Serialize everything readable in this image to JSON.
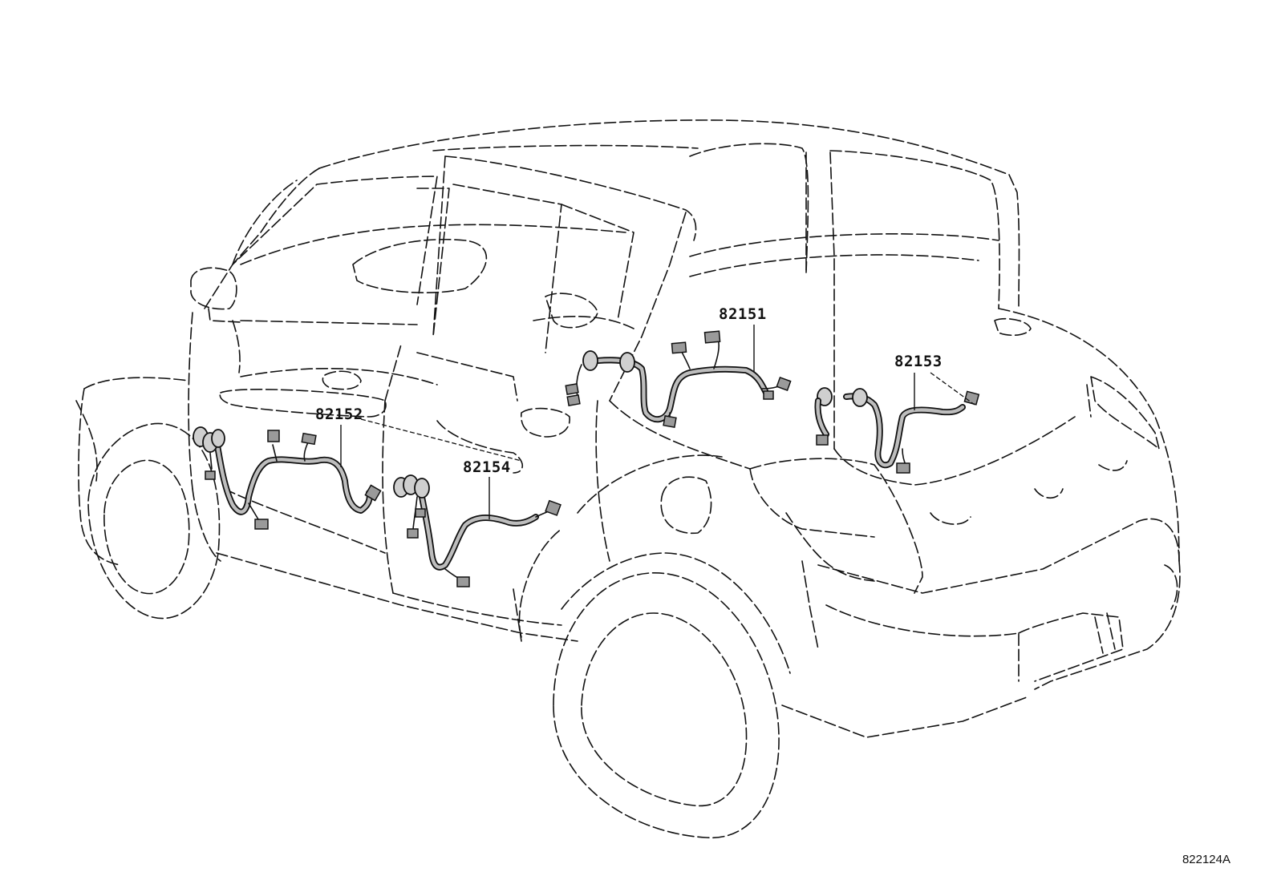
{
  "diagram": {
    "id_code": "822124A",
    "parts": [
      {
        "key": "p82151",
        "label": "82151"
      },
      {
        "key": "p82152",
        "label": "82152"
      },
      {
        "key": "p82153",
        "label": "82153"
      },
      {
        "key": "p82154",
        "label": "82154"
      }
    ]
  }
}
